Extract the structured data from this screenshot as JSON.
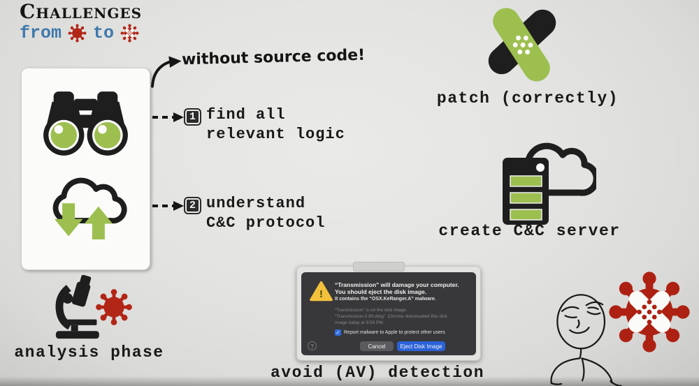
{
  "colors": {
    "background": "#e3e3e1",
    "icon_black": "#1e1e1e",
    "icon_green": "#9dbf50",
    "virus_red": "#b22617",
    "header_blue": "#3f78ad",
    "dialog_bg": "#38383a",
    "dialog_blue": "#2b62d8",
    "warning_yellow": "#f2c13c"
  },
  "header": {
    "title": "Challenges",
    "from_label": "from",
    "to_label": "to"
  },
  "pipeline": {
    "note": "without source code!",
    "steps": [
      {
        "num": "1",
        "lines": [
          "find all",
          "relevant logic"
        ]
      },
      {
        "num": "2",
        "lines": [
          "understand",
          "C&C protocol"
        ]
      }
    ]
  },
  "labels": {
    "patch": "patch (correctly)",
    "server": "create C&C server",
    "analysis": "analysis phase",
    "avoid": "avoid (AV) detection"
  },
  "dialog": {
    "warning_glyph": "!",
    "title_line1": "“Transmission” will damage your computer.",
    "title_line2": "You should eject the disk image.",
    "subtitle": "It contains the “OSX.KeRanger.A” malware.",
    "details_line1": "“Transmission” is on the disk image",
    "details_line2": "“Transmission-2.90.dmg”. Chrome downloaded this disk",
    "details_line3": "image today at 9:59 PM.",
    "checkbox_glyph": "✓",
    "checkbox_label": "Report malware to Apple to protect other users",
    "help_label": "?",
    "cancel_button": "Cancel",
    "eject_button": "Eject Disk Image"
  },
  "icons": {
    "virus": "virus-icon",
    "patched_virus": "patched-virus-icon",
    "binoculars": "binoculars-icon",
    "cloud_transfer": "cloud-updown-icon",
    "crossed_bandages": "crossed-bandages-icon",
    "server_cloud": "server-cloud-icon",
    "microscope": "microscope-icon",
    "meme_face": "smug-meme-face",
    "warning": "warning-triangle-icon"
  }
}
